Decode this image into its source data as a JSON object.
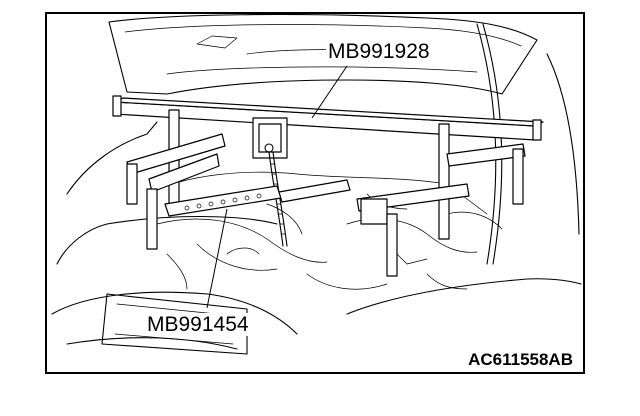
{
  "figure": {
    "callouts": {
      "beam_tool": "MB991928",
      "chain_tool": "MB991454"
    },
    "figure_code": "AC611558AB"
  }
}
